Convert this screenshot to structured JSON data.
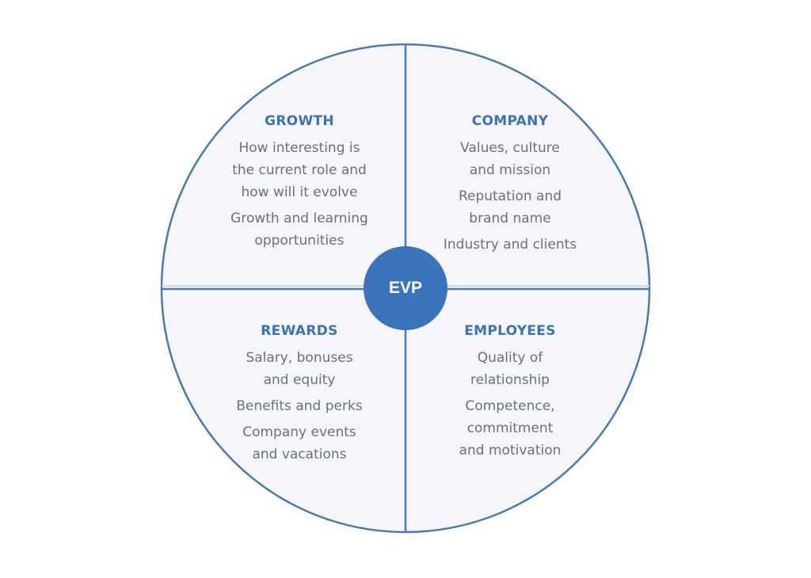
{
  "center": {
    "label": "EVP"
  },
  "quadrants": [
    {
      "title": "GROWTH",
      "items": [
        "How interesting is\nthe current role and\nhow will it evolve",
        "Growth and learning\nopportunities"
      ]
    },
    {
      "title": "COMPANY",
      "items": [
        "Values, culture\nand mission",
        "Reputation and\nbrand name",
        "Industry and clients"
      ]
    },
    {
      "title": "REWARDS",
      "items": [
        "Salary, bonuses\nand equity",
        "Benefits and perks",
        "Company events\nand vacations"
      ]
    },
    {
      "title": "EMPLOYEES",
      "items": [
        "Quality of\nrelationship",
        "Competence,\ncommitment\nand motivation"
      ]
    }
  ],
  "colors": {
    "circle_fill": "#f4f6fa",
    "circle_stroke": "#4a7ab0",
    "divider": "#8fa8c6",
    "center_fill": "#3a74ba",
    "title": "#3c73b2",
    "text": "#6b7079"
  }
}
